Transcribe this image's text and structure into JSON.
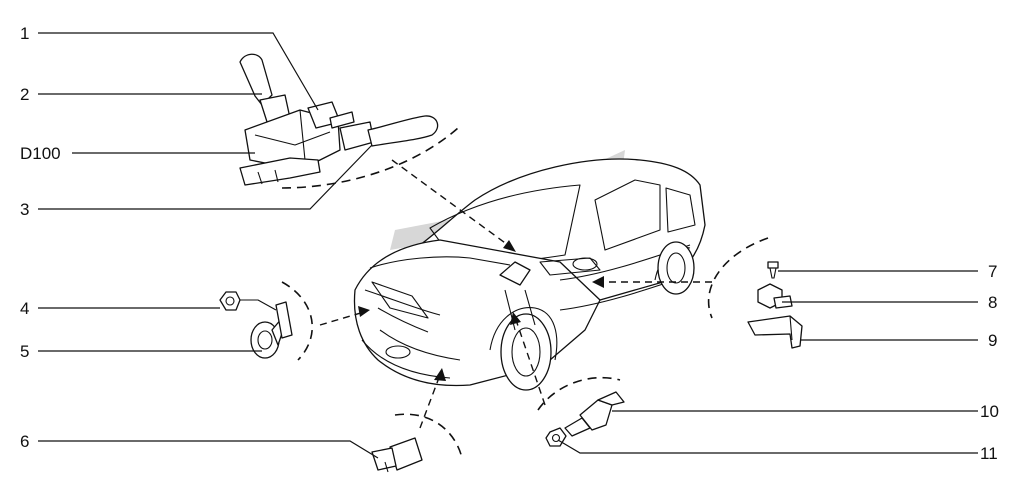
{
  "callouts": {
    "c1": "1",
    "c2": "2",
    "d100": "D100",
    "c3": "3",
    "c4": "4",
    "c5": "5",
    "c6": "6",
    "c7": "7",
    "c8": "8",
    "c9": "9",
    "c10": "10",
    "c11": "11"
  },
  "colors": {
    "line": "#111111",
    "watermark": "#d7d7d7",
    "background": "#ffffff"
  }
}
